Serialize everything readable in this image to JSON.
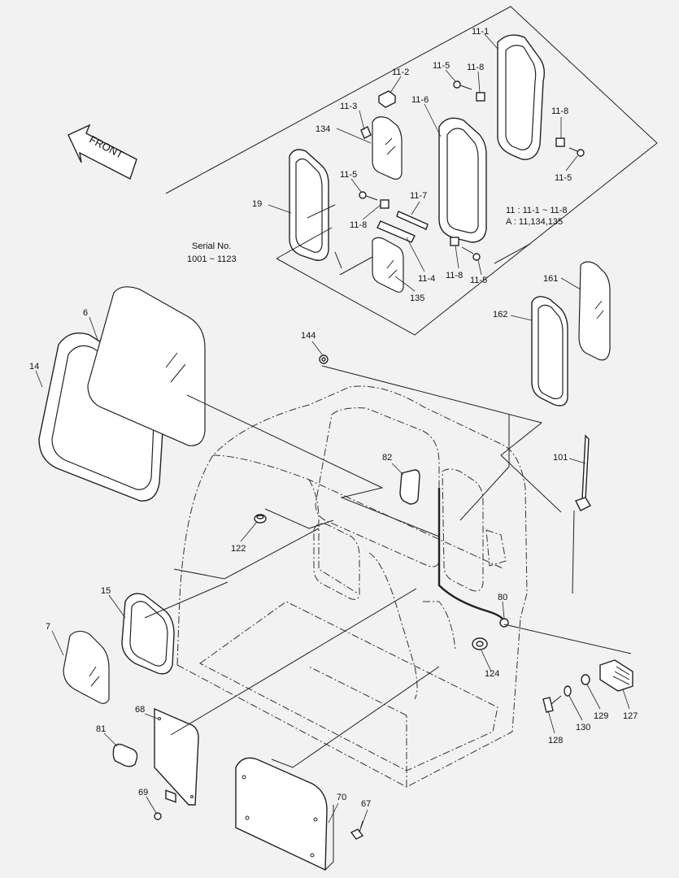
{
  "front_arrow": {
    "text": "FRONT"
  },
  "serial_note": {
    "line1": "Serial No.",
    "line2": "1001 ~ 1123"
  },
  "legend": {
    "line1": "11 : 11-1 ~ 11-8",
    "line2": "A : 11,134,135"
  },
  "parts": {
    "p11_1": "11-1",
    "p11_2": "11-2",
    "p11_3": "11-3",
    "p11_4": "11-4",
    "p11_5a": "11-5",
    "p11_5b": "11-5",
    "p11_5c": "11-5",
    "p11_5d": "11-5",
    "p11_6": "11-6",
    "p11_7": "11-7",
    "p11_8a": "11-8",
    "p11_8b": "11-8",
    "p11_8c": "11-8",
    "p11_8d": "11-8",
    "p134": "134",
    "p135": "135",
    "p19": "19",
    "p161": "161",
    "p162": "162",
    "p6": "6",
    "p14": "14",
    "p144": "144",
    "p82": "82",
    "p101": "101",
    "p122": "122",
    "p15": "15",
    "p7": "7",
    "p80": "80",
    "p124": "124",
    "p127": "127",
    "p129": "129",
    "p130": "130",
    "p128": "128",
    "p68": "68",
    "p81": "81",
    "p69": "69",
    "p70": "70",
    "p67": "67"
  }
}
